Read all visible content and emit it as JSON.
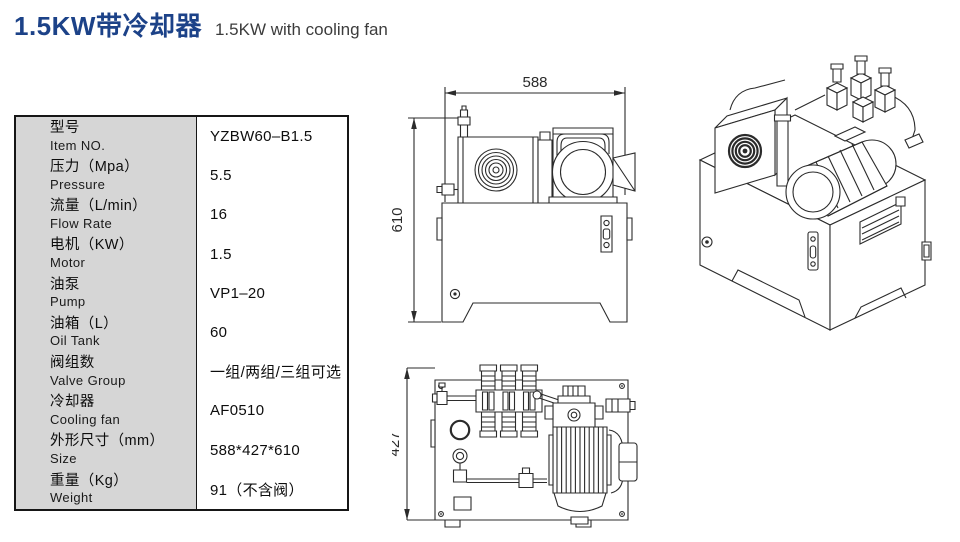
{
  "page": {
    "title_zh": "1.5KW带冷却器",
    "title_en": "1.5KW with cooling fan"
  },
  "colors": {
    "accent_blue": "#1c4288",
    "table_label_bg": "#d6d6d6",
    "drawing_line": "#2b2b2b"
  },
  "spec_table": {
    "rows": [
      {
        "label_zh": "型号",
        "label_en": "Item NO.",
        "value": "YZBW60–B1.5"
      },
      {
        "label_zh": "压力（Mpa）",
        "label_en": "Pressure",
        "value": "5.5"
      },
      {
        "label_zh": "流量（L/min）",
        "label_en": "Flow Rate",
        "value": "16"
      },
      {
        "label_zh": "电机（KW）",
        "label_en": "Motor",
        "value": "1.5"
      },
      {
        "label_zh": "油泵",
        "label_en": "Pump",
        "value": "VP1–20"
      },
      {
        "label_zh": "油箱（L）",
        "label_en": "Oil Tank",
        "value": "60"
      },
      {
        "label_zh": "阀组数",
        "label_en": "Valve Group",
        "value": "一组/两组/三组可选"
      },
      {
        "label_zh": "冷却器",
        "label_en": "Cooling fan",
        "value": "AF0510"
      },
      {
        "label_zh": "外形尺寸（mm）",
        "label_en": "Size",
        "value": "588*427*610"
      },
      {
        "label_zh": "重量（Kg）",
        "label_en": "Weight",
        "value": "91（不含阀）"
      }
    ]
  },
  "drawings": {
    "front_view": {
      "width_dim": "588",
      "height_dim": "610"
    },
    "top_view": {
      "depth_dim": "427"
    }
  }
}
